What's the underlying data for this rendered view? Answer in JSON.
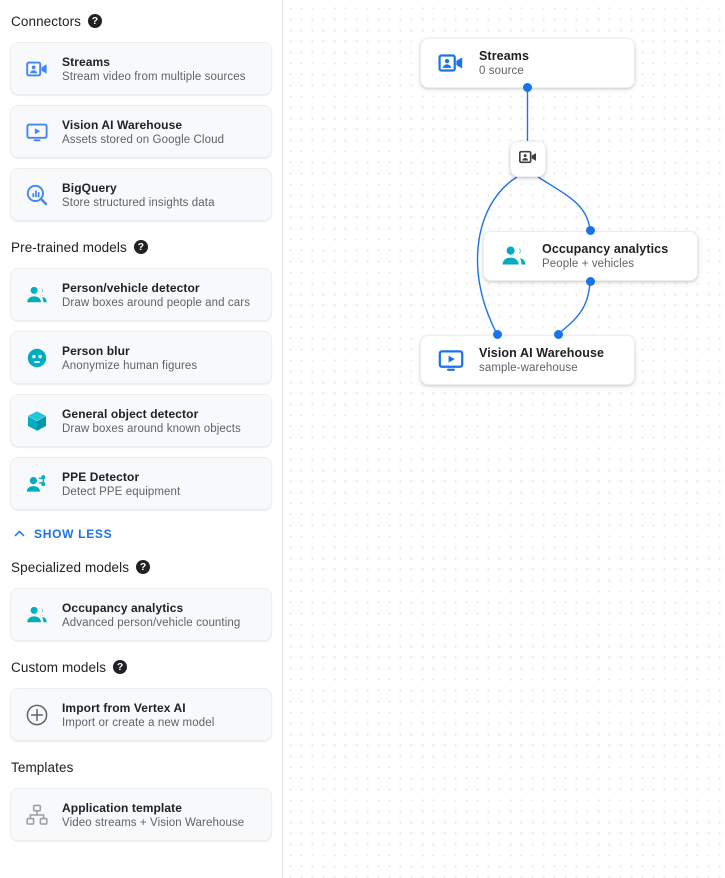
{
  "sidebar": {
    "sections": [
      {
        "title": "Connectors",
        "help": "?",
        "items": [
          {
            "icon": "video-camera-icon",
            "title": "Streams",
            "subtitle": "Stream video from multiple sources"
          },
          {
            "icon": "monitor-play-icon",
            "title": "Vision AI Warehouse",
            "subtitle": "Assets stored on Google Cloud"
          },
          {
            "icon": "bigquery-search-icon",
            "title": "BigQuery",
            "subtitle": "Store structured insights data"
          }
        ]
      },
      {
        "title": "Pre-trained models",
        "help": "?",
        "items": [
          {
            "icon": "people-icon",
            "title": "Person/vehicle detector",
            "subtitle": "Draw boxes around people and cars"
          },
          {
            "icon": "face-blur-icon",
            "title": "Person blur",
            "subtitle": "Anonymize human figures"
          },
          {
            "icon": "cube-icon",
            "title": "General object detector",
            "subtitle": "Draw boxes around known objects"
          },
          {
            "icon": "ppe-person-icon",
            "title": "PPE Detector",
            "subtitle": "Detect PPE equipment"
          }
        ]
      },
      {
        "title": "Specialized models",
        "help": "?",
        "items": [
          {
            "icon": "people-icon",
            "title": "Occupancy analytics",
            "subtitle": "Advanced person/vehicle counting"
          }
        ]
      },
      {
        "title": "Custom models",
        "help": "?",
        "items": [
          {
            "icon": "plus-circle-icon",
            "title": "Import from Vertex AI",
            "subtitle": "Import or create a new model"
          }
        ]
      },
      {
        "title": "Templates",
        "help": null,
        "items": [
          {
            "icon": "sitemap-icon",
            "title": "Application template",
            "subtitle": "Video streams + Vision Warehouse"
          }
        ]
      }
    ],
    "show_less_label": "SHOW LESS"
  },
  "canvas": {
    "nodes": [
      {
        "id": "streams",
        "icon": "video-camera-icon",
        "title": "Streams",
        "subtitle": "0 source"
      },
      {
        "id": "mini",
        "icon": "video-camera-icon",
        "title": "",
        "subtitle": ""
      },
      {
        "id": "occupancy",
        "icon": "people-icon",
        "title": "Occupancy analytics",
        "subtitle": "People + vehicles"
      },
      {
        "id": "warehouse",
        "icon": "monitor-play-icon",
        "title": "Vision AI Warehouse",
        "subtitle": "sample-warehouse"
      }
    ]
  },
  "colors": {
    "accent_blue": "#1a73e8",
    "model_teal": "#00acc1",
    "text_primary": "#202124",
    "text_secondary": "#5f6368",
    "card_bg": "#f8f9fa",
    "canvas_dot": "#e9e9e9"
  }
}
